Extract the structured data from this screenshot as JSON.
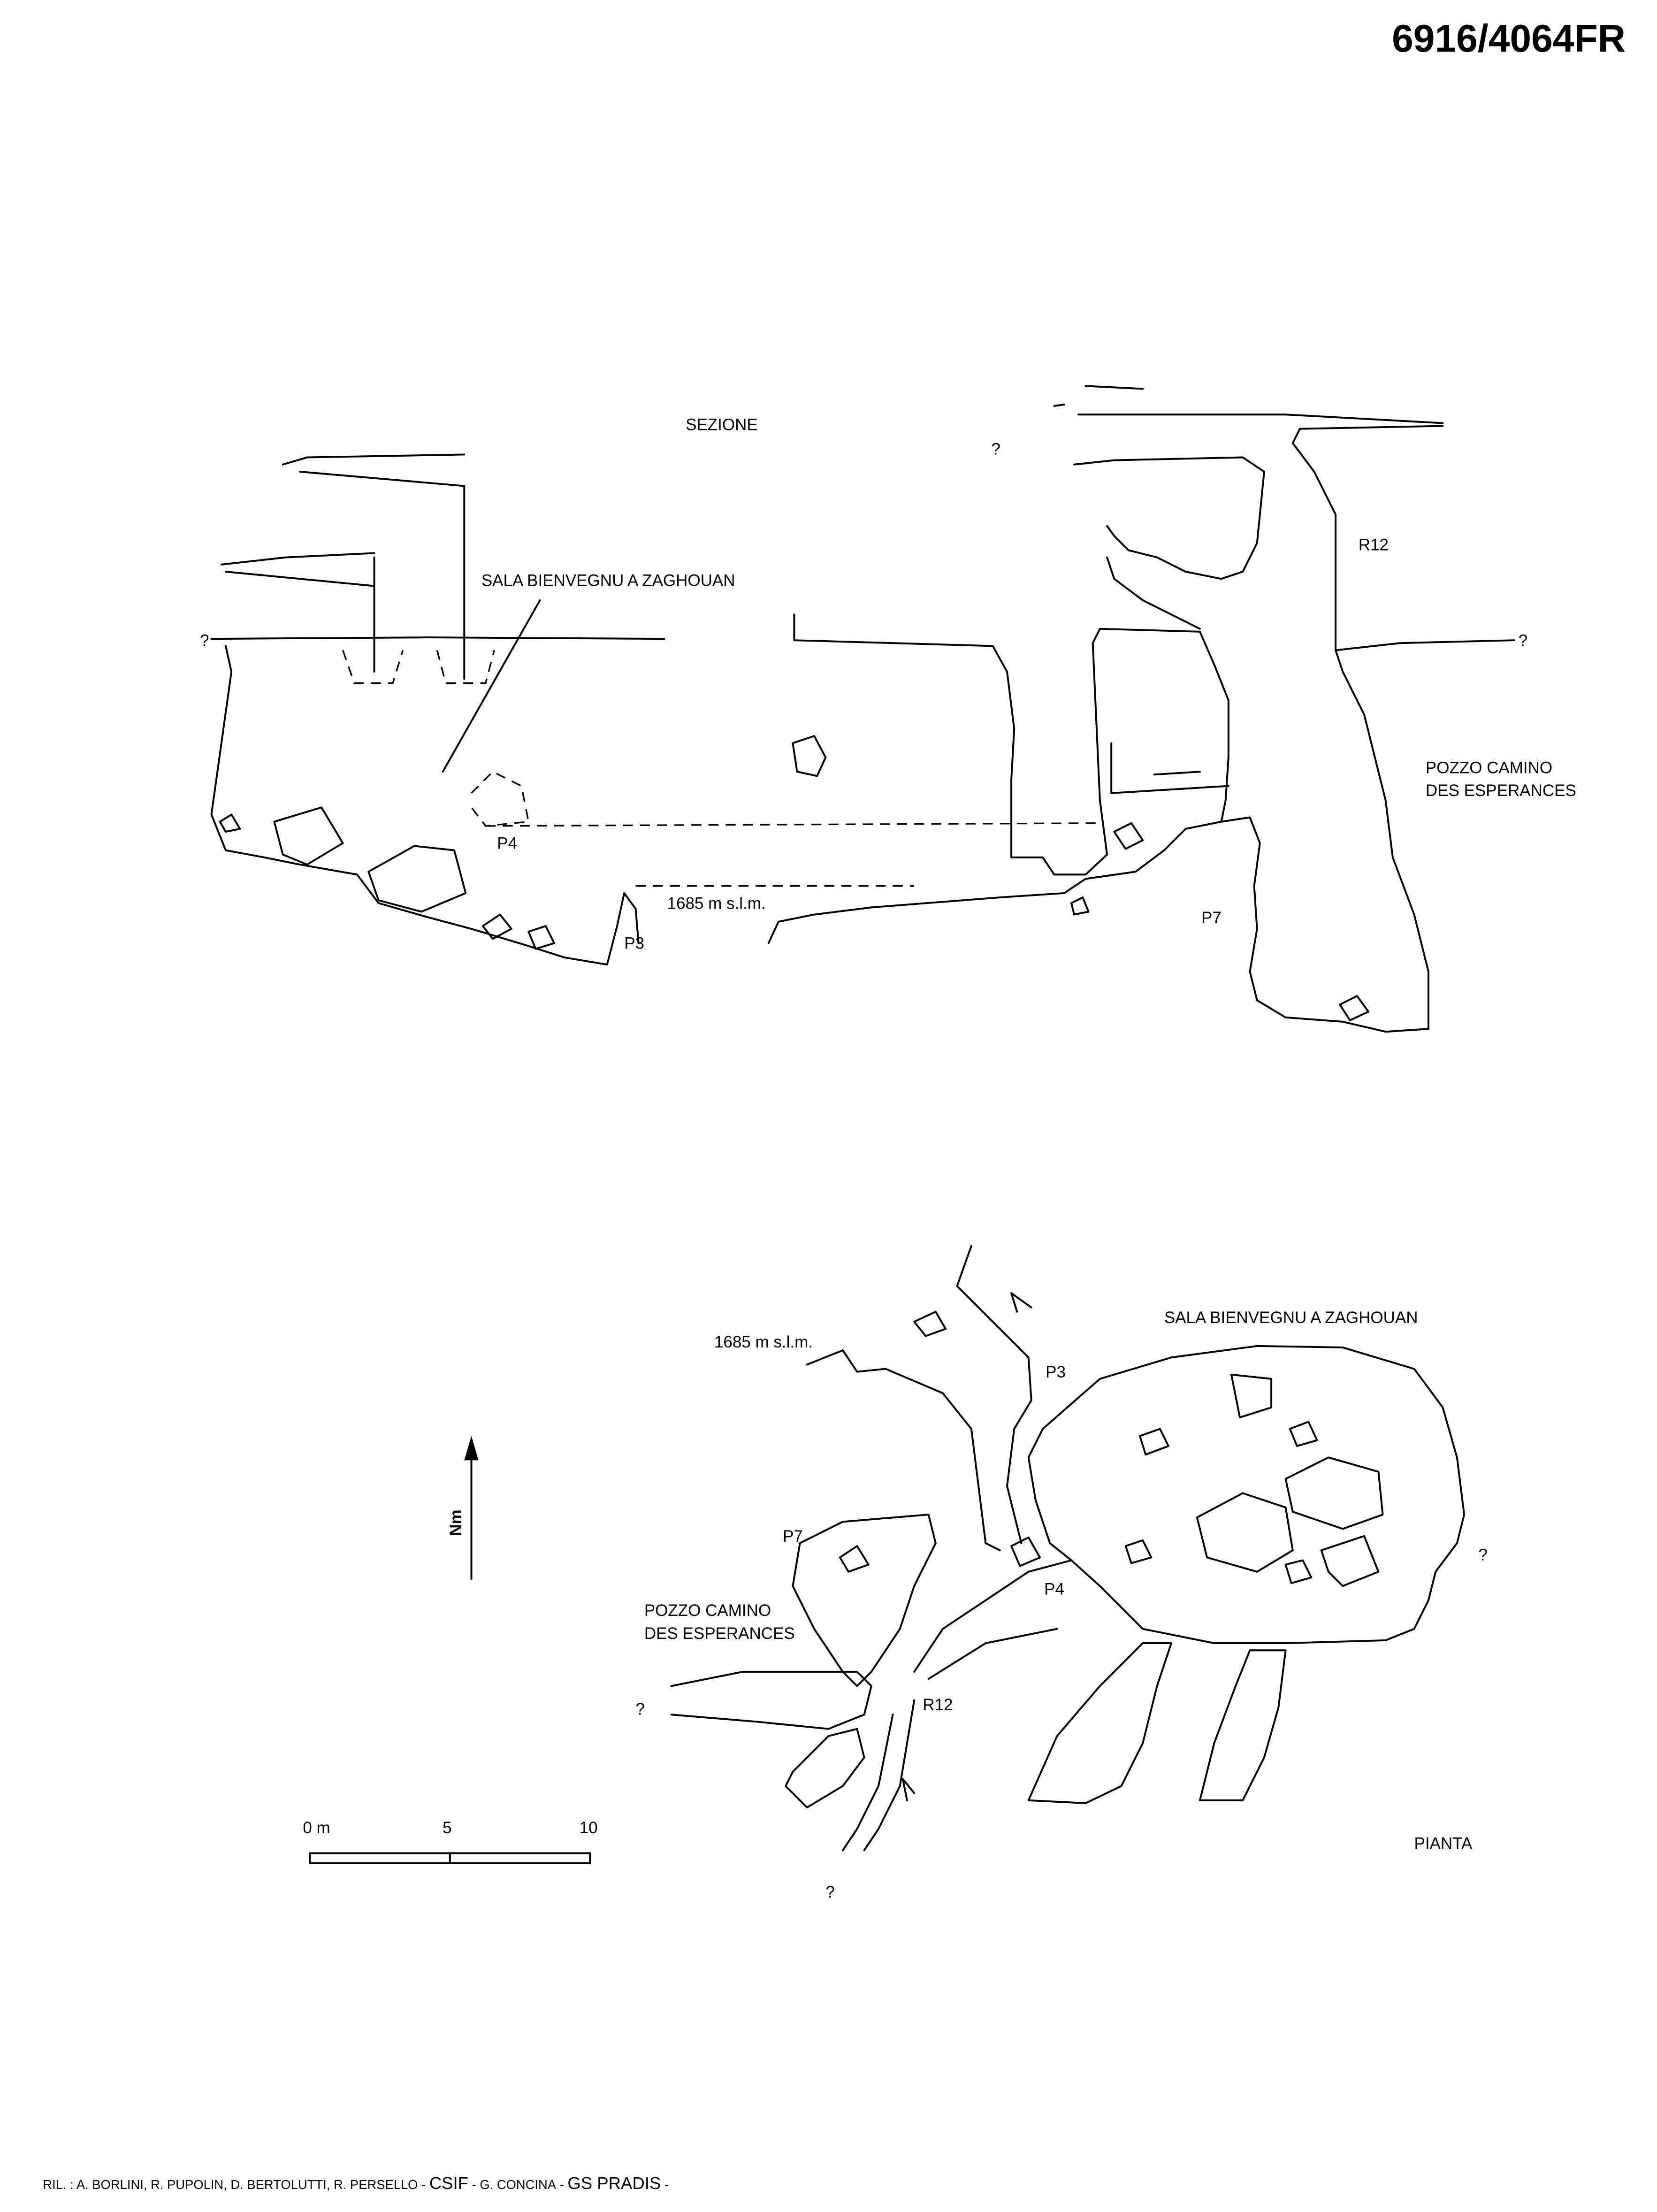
{
  "cave_id": "6916/4064FR",
  "section": {
    "title": "SEZIONE",
    "labels": {
      "room": "SALA BIENVEGNU A ZAGHOUAN",
      "pit_p4": "P4",
      "pit_p3": "P3",
      "pit_p7": "P7",
      "step_r12": "R12",
      "chimney_line1": "POZZO CAMINO",
      "chimney_line2": "DES ESPERANCES",
      "elevation": "1685 m s.l.m.",
      "unknown": "?"
    }
  },
  "plan": {
    "title": "PIANTA",
    "labels": {
      "room": "SALA BIENVEGNU A ZAGHOUAN",
      "pit_p3": "P3",
      "pit_p4": "P4",
      "pit_p7": "P7",
      "step_r12": "R12",
      "chimney_line1": "POZZO CAMINO",
      "chimney_line2": "DES ESPERANCES",
      "elevation": "1685 m s.l.m.",
      "unknown": "?"
    }
  },
  "north_arrow": {
    "label": "Nm"
  },
  "scale_bar": {
    "labels": [
      "0 m",
      "5",
      "10"
    ]
  },
  "credits": {
    "surveyors": "RIL. : A. BORLINI, R. PUPOLIN, D. BERTOLUTTI, R. PERSELLO",
    "sep": " - ",
    "club1": "CSIF",
    "drafter": "G. CONCINA",
    "club2": "GS PRADIS",
    "end": " -"
  }
}
